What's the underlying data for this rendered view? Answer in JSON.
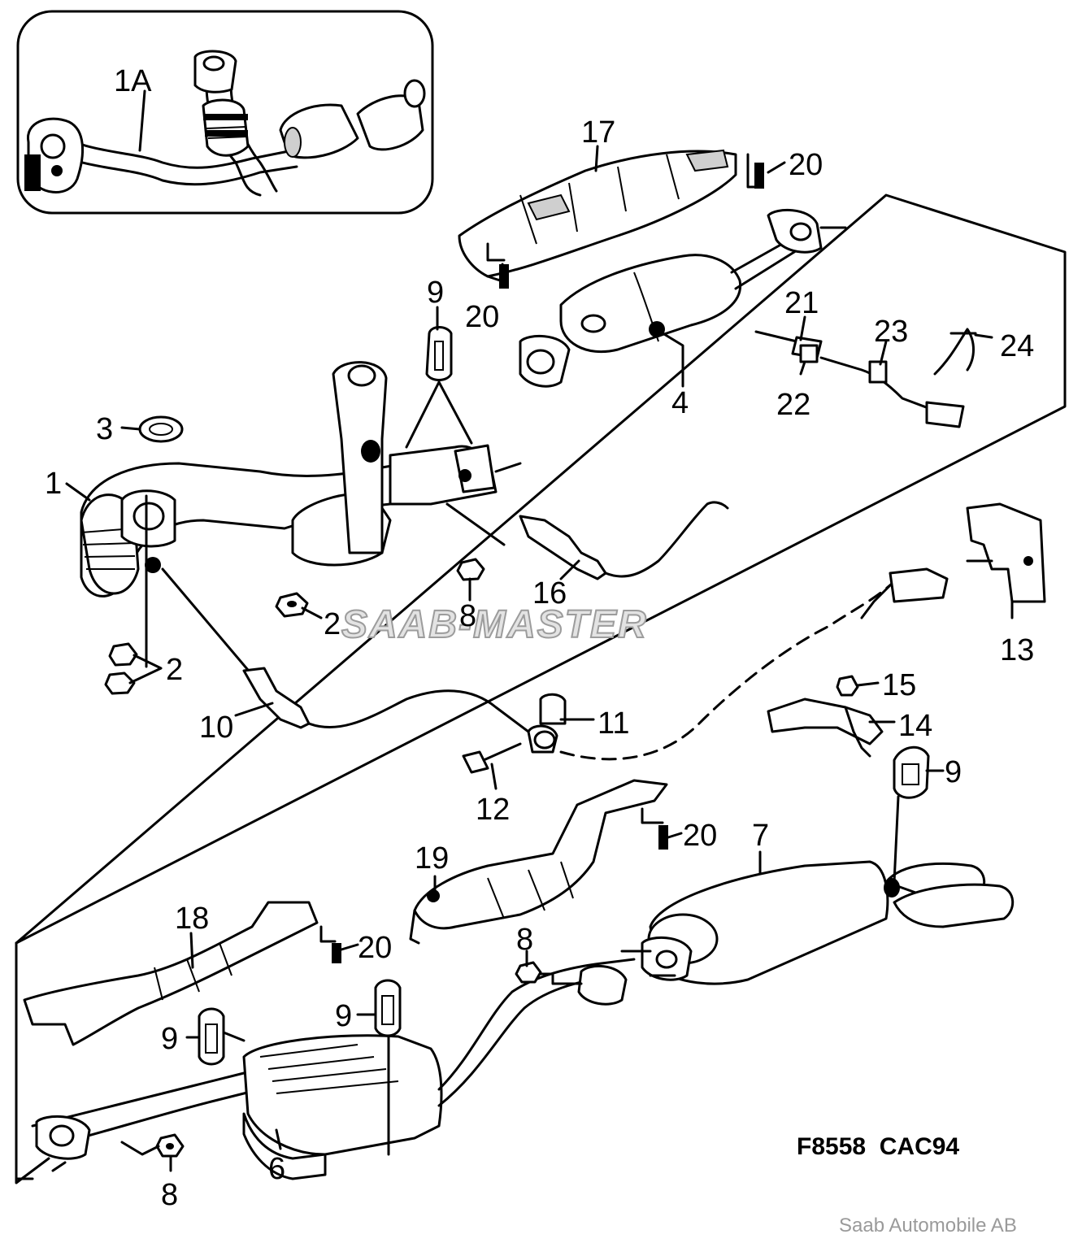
{
  "diagram_code": "F8558  CAC94",
  "copyright": "Saab Automobile AB",
  "watermark": "SAAB-MASTER",
  "callouts": {
    "c1A": "1A",
    "c1": "1",
    "c2a": "2",
    "c2b": "2",
    "c3": "3",
    "c4": "4",
    "c6": "6",
    "c7": "7",
    "c8a": "8",
    "c8b": "8",
    "c8c": "8",
    "c9a": "9",
    "c9b": "9",
    "c9c": "9",
    "c9d": "9",
    "c10": "10",
    "c11": "11",
    "c12": "12",
    "c13": "13",
    "c14": "14",
    "c15": "15",
    "c16": "16",
    "c17": "17",
    "c18": "18",
    "c19": "19",
    "c20a": "20",
    "c20b": "20",
    "c20c": "20",
    "c20d": "20",
    "c21": "21",
    "c22": "22",
    "c23": "23",
    "c24": "24"
  }
}
